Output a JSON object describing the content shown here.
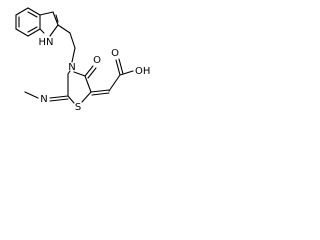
{
  "atom_labels": {
    "indole_nh": "HN",
    "ring_n": "N",
    "carbonyl_o": "O",
    "ring_s": "S",
    "imine_n": "N",
    "oh": "OH",
    "acid_o": "O"
  }
}
